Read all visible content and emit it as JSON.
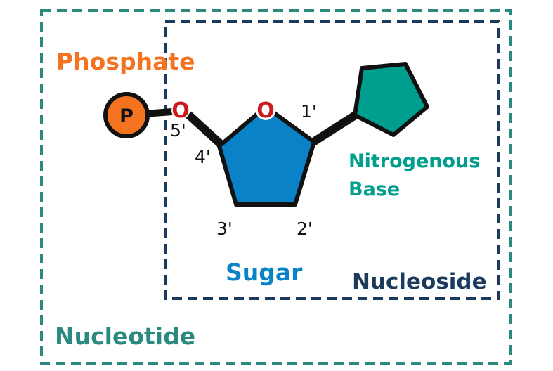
{
  "diagram": {
    "labels": {
      "phosphate": "Phosphate",
      "sugar": "Sugar",
      "base_line1": "Nitrogenous",
      "base_line2": "Base",
      "nucleoside": "Nucleoside",
      "nucleotide": "Nucleotide"
    },
    "atoms": {
      "phosphorus": "P",
      "bridge_oxygen": "O",
      "ring_oxygen": "O"
    },
    "carbon_positions": {
      "c1": "1'",
      "c2": "2'",
      "c3": "3'",
      "c4": "4'",
      "c5": "5'"
    },
    "colors": {
      "phosphate": "#f47321",
      "sugar": "#0a82c8",
      "base": "#009e8e",
      "oxygen": "#cc1a1a",
      "nucleoside_box": "#1b3a5c",
      "nucleotide_box": "#2a8a80"
    }
  }
}
